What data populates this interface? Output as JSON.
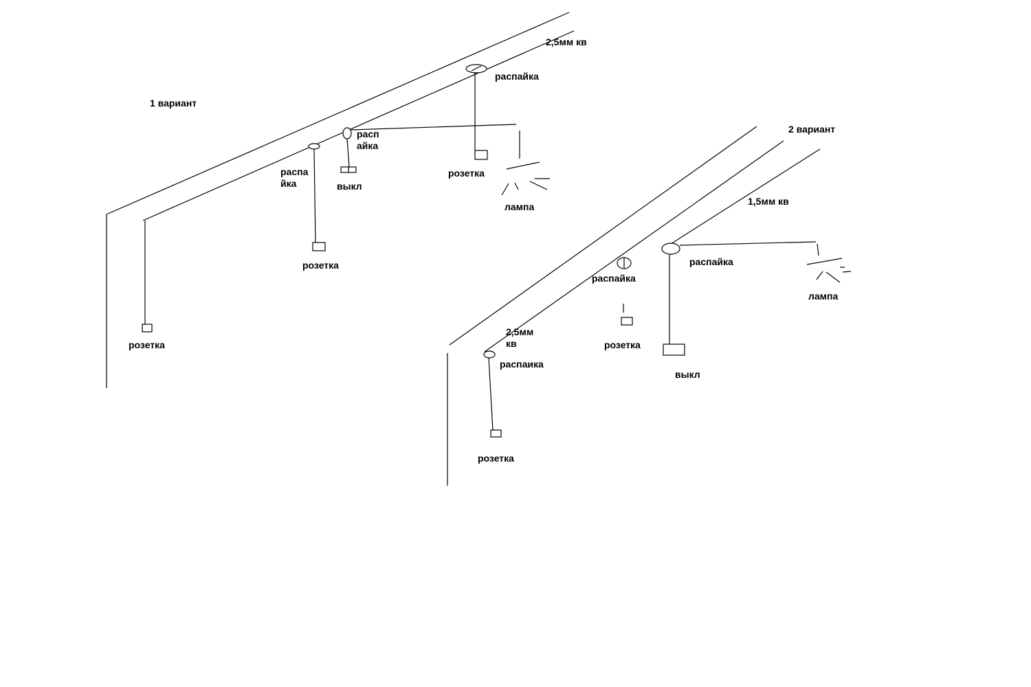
{
  "variant1": {
    "title": "1 вариант",
    "wire_section": "2,5мм кв",
    "junction_top": "распайка",
    "junction_mid": "распа\nйка",
    "junction_switch": "расп\nайка",
    "switch": "выкл",
    "socket_top": "розетка",
    "socket_mid": "розетка",
    "socket_left": "розетка",
    "lamp": "лампа"
  },
  "variant2": {
    "title": "2 вариант",
    "wire_section_light": "1,5мм кв",
    "wire_section_socket": "2,5мм\nкв",
    "junction_right": "распайка",
    "junction_mid": "распайка",
    "junction_left": "распаика",
    "socket_mid": "розетка",
    "socket_left": "розетка",
    "switch": "выкл",
    "lamp": "лампа"
  }
}
